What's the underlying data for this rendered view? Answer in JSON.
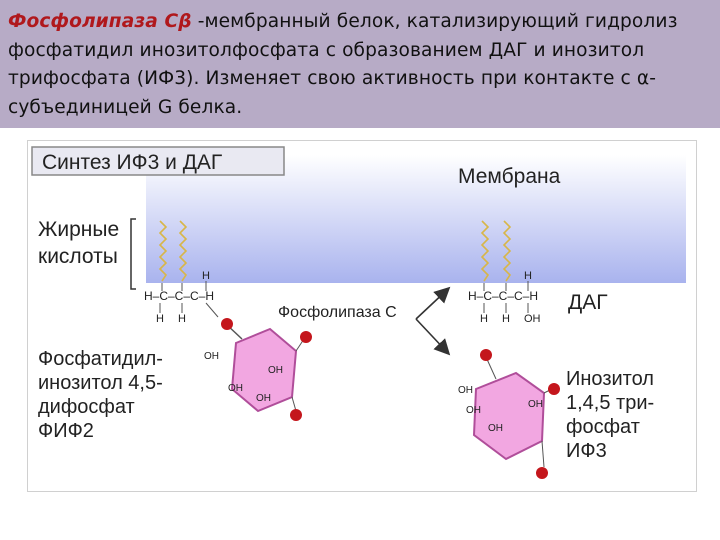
{
  "header": {
    "em_title": "Фосфолипаза Cβ",
    "line1_rest": " -мембранный белок, катализирующий гидролиз",
    "line2": "фосфатидил инозитолфосфата с образованием ДАГ и инозитол",
    "line3": "трифосфата (ИФ3).  Изменяет свою активность при контакте с α-",
    "line4": "субъединицей  G белка."
  },
  "figure": {
    "title": "Синтез ИФ3 и ДАГ",
    "membrane": "Мембрана",
    "fatty_line1": "Жирные",
    "fatty_line2": "кислоты",
    "enzyme": "Фосфолипаза С",
    "dag": "ДАГ",
    "pip2": [
      "Фосфатидил-",
      "инозитол 4,5-",
      "дифосфат",
      "ФИФ2"
    ],
    "ip3": [
      "Инозитол",
      "1,4,5 три-",
      "фосфат",
      "ИФ3"
    ],
    "atom_h": "H",
    "atom_c": "C",
    "atom_oh": "OH",
    "backbone_dashes": "H–C–C–C–H"
  },
  "colors": {
    "header_bg": "#b7abc6",
    "title_red": "#b0181c",
    "membrane_top": "#ffffff",
    "membrane_bottom": "#a9b3ee",
    "hexagon_fill": "#f2a7e1",
    "hexagon_stroke": "#b04e9a",
    "phosphate": "#c4161c",
    "fatty_acid": "#e0c060"
  }
}
